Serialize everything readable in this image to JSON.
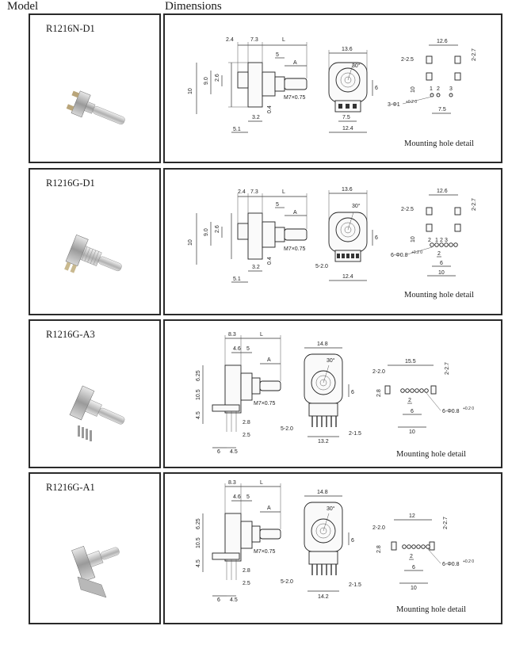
{
  "header": {
    "model": "Model",
    "dimensions": "Dimensions"
  },
  "common": {
    "thread": "M7×0.75",
    "angle": "30°",
    "mounting_label": "Mounting hole detail"
  },
  "models": [
    {
      "name": "R1216N-D1",
      "side": {
        "top": [
          "2.4",
          "7.3",
          "L"
        ],
        "mid": [
          "5",
          "A"
        ],
        "left": [
          "10",
          "9.0",
          "2.6"
        ],
        "bottom": [
          "3.2",
          "5.1"
        ],
        "extra": "0.4"
      },
      "front": {
        "width": "13.6",
        "height": "6",
        "bottom": [
          "7.5",
          "12.4"
        ]
      },
      "holes": {
        "width": "12.6",
        "height": "2-2.7",
        "slot": "2-2.5",
        "vert": "10",
        "pins": [
          "1",
          "2",
          "3"
        ],
        "holespec": "3-Φ1",
        "tol": "+0.2 0",
        "spacing": "7.5"
      }
    },
    {
      "name": "R1216G-D1",
      "side": {
        "top": [
          "2.4",
          "7.3",
          "L"
        ],
        "mid": [
          "5",
          "A"
        ],
        "left": [
          "10",
          "9.0",
          "2.6"
        ],
        "bottom": [
          "3.2",
          "5.1"
        ],
        "extra": "0.4"
      },
      "front": {
        "width": "13.6",
        "height": "6",
        "bottom": [
          "5-2.0",
          "12.4"
        ]
      },
      "holes": {
        "width": "12.6",
        "height": "2-2.7",
        "slot": "2-2.5",
        "vert": "10",
        "pins": [
          "2",
          "1",
          "2",
          "3"
        ],
        "holespec": "6-Φ0.8",
        "tol": "+0.2 0",
        "spacing": [
          "2",
          "6",
          "10"
        ]
      }
    },
    {
      "name": "R1216G-A3",
      "side": {
        "top": [
          "8.3",
          "L"
        ],
        "mid": [
          "4.6",
          "5",
          "A"
        ],
        "left": [
          "6.25",
          "10.5",
          "4.5"
        ],
        "bottom": [
          "2.8",
          "2.5",
          "6",
          "4.5"
        ]
      },
      "front": {
        "width": "14.8",
        "height": "6",
        "bottom": [
          "5-2.0",
          "13.2",
          "2-1.5"
        ]
      },
      "holes": {
        "width": "15.5",
        "height": "2-2.7",
        "slot": "2-2.0",
        "vert": "2.8",
        "holespec": "6-Φ0.8",
        "tol": "+0.2 0",
        "spacing": [
          "2",
          "6",
          "10"
        ]
      }
    },
    {
      "name": "R1216G-A1",
      "side": {
        "top": [
          "8.3",
          "L"
        ],
        "mid": [
          "4.6",
          "5",
          "A"
        ],
        "left": [
          "6.25",
          "10.5",
          "4.5"
        ],
        "bottom": [
          "2.8",
          "2.5",
          "6",
          "4.5"
        ]
      },
      "front": {
        "width": "14.8",
        "height": "6",
        "bottom": [
          "5-2.0",
          "14.2",
          "2-1.5"
        ]
      },
      "holes": {
        "width": "12",
        "height": "2-2.7",
        "slot": "2-2.0",
        "vert": "2.8",
        "holespec": "6-Φ0.8",
        "tol": "+0.2 0",
        "spacing": [
          "2",
          "6",
          "10"
        ]
      }
    }
  ]
}
